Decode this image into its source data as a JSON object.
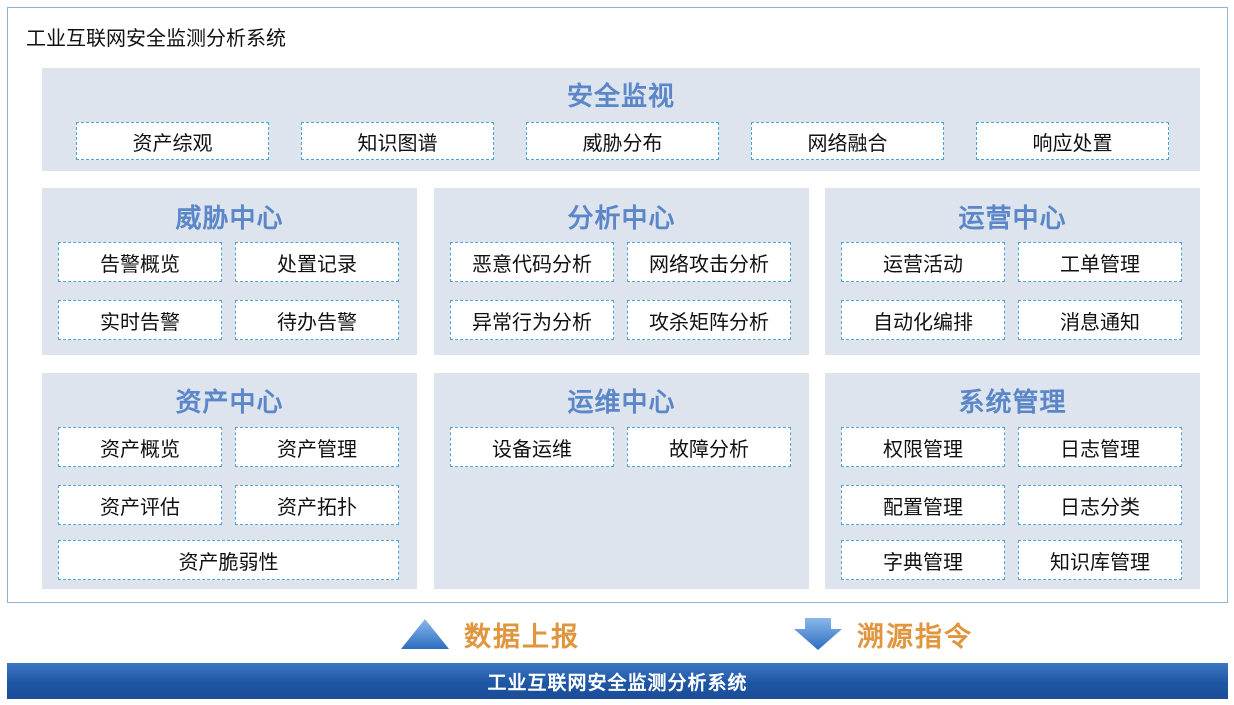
{
  "system_title": "工业互联网安全监测分析系统",
  "security_monitor": {
    "title": "安全监视",
    "items": [
      "资产综观",
      "知识图谱",
      "威胁分布",
      "网络融合",
      "响应处置"
    ]
  },
  "threat_center": {
    "title": "威胁中心",
    "items": [
      "告警概览",
      "处置记录",
      "实时告警",
      "待办告警"
    ]
  },
  "analysis_center": {
    "title": "分析中心",
    "items": [
      "恶意代码分析",
      "网络攻击分析",
      "异常行为分析",
      "攻杀矩阵分析"
    ]
  },
  "operation_center": {
    "title": "运营中心",
    "items": [
      "运营活动",
      "工单管理",
      "自动化编排",
      "消息通知"
    ]
  },
  "asset_center": {
    "title": "资产中心",
    "items": [
      "资产概览",
      "资产管理",
      "资产评估",
      "资产拓扑",
      "资产脆弱性"
    ]
  },
  "maintenance_center": {
    "title": "运维中心",
    "items": [
      "设备运维",
      "故障分析"
    ]
  },
  "system_management": {
    "title": "系统管理",
    "items": [
      "权限管理",
      "日志管理",
      "配置管理",
      "日志分类",
      "字典管理",
      "知识库管理"
    ]
  },
  "flows": {
    "upload": "数据上报",
    "trace": "溯源指令"
  },
  "colors": {
    "panel_bg": "#dde4ee",
    "panel_title": "#5b87c8",
    "box_border": "#4aa3d6",
    "flow_label": "#e0953f",
    "bar": "#1f56a4"
  },
  "bottom_bar": {
    "label": "工业互联网安全监测分析系统"
  }
}
